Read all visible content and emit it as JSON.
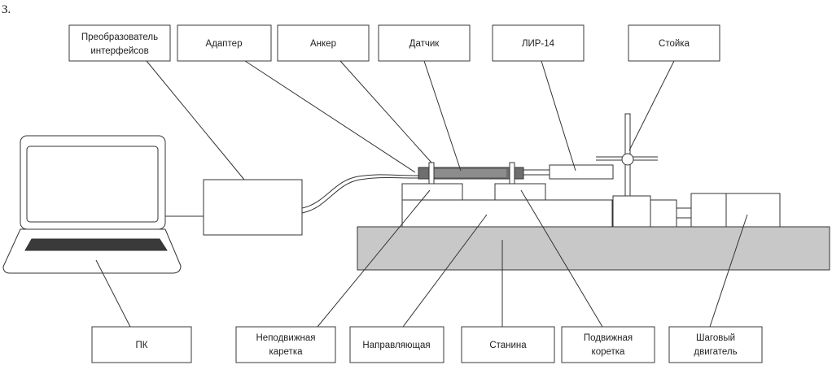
{
  "figure_number": "3.",
  "labels": {
    "converter_line1": "Преобразователь",
    "converter_line2": "интерфейсов",
    "adapter": "Адаптер",
    "anchor": "Анкер",
    "sensor": "Датчик",
    "lir14": "ЛИР-14",
    "stand": "Стойка",
    "pc": "ПК",
    "fixed_carriage_line1": "Неподвижная",
    "fixed_carriage_line2": "каретка",
    "guide": "Направляющая",
    "bed": "Станина",
    "movable_carriage_line1": "Подвижная",
    "movable_carriage_line2": "коретка",
    "stepper_line1": "Шаговый",
    "stepper_line2": "двигатель"
  },
  "colors": {
    "stroke": "#333333",
    "bed_fill": "#c8c8c8",
    "sensor_fill": "#6e6e6e",
    "keyboard_fill": "#3a3a3a"
  }
}
